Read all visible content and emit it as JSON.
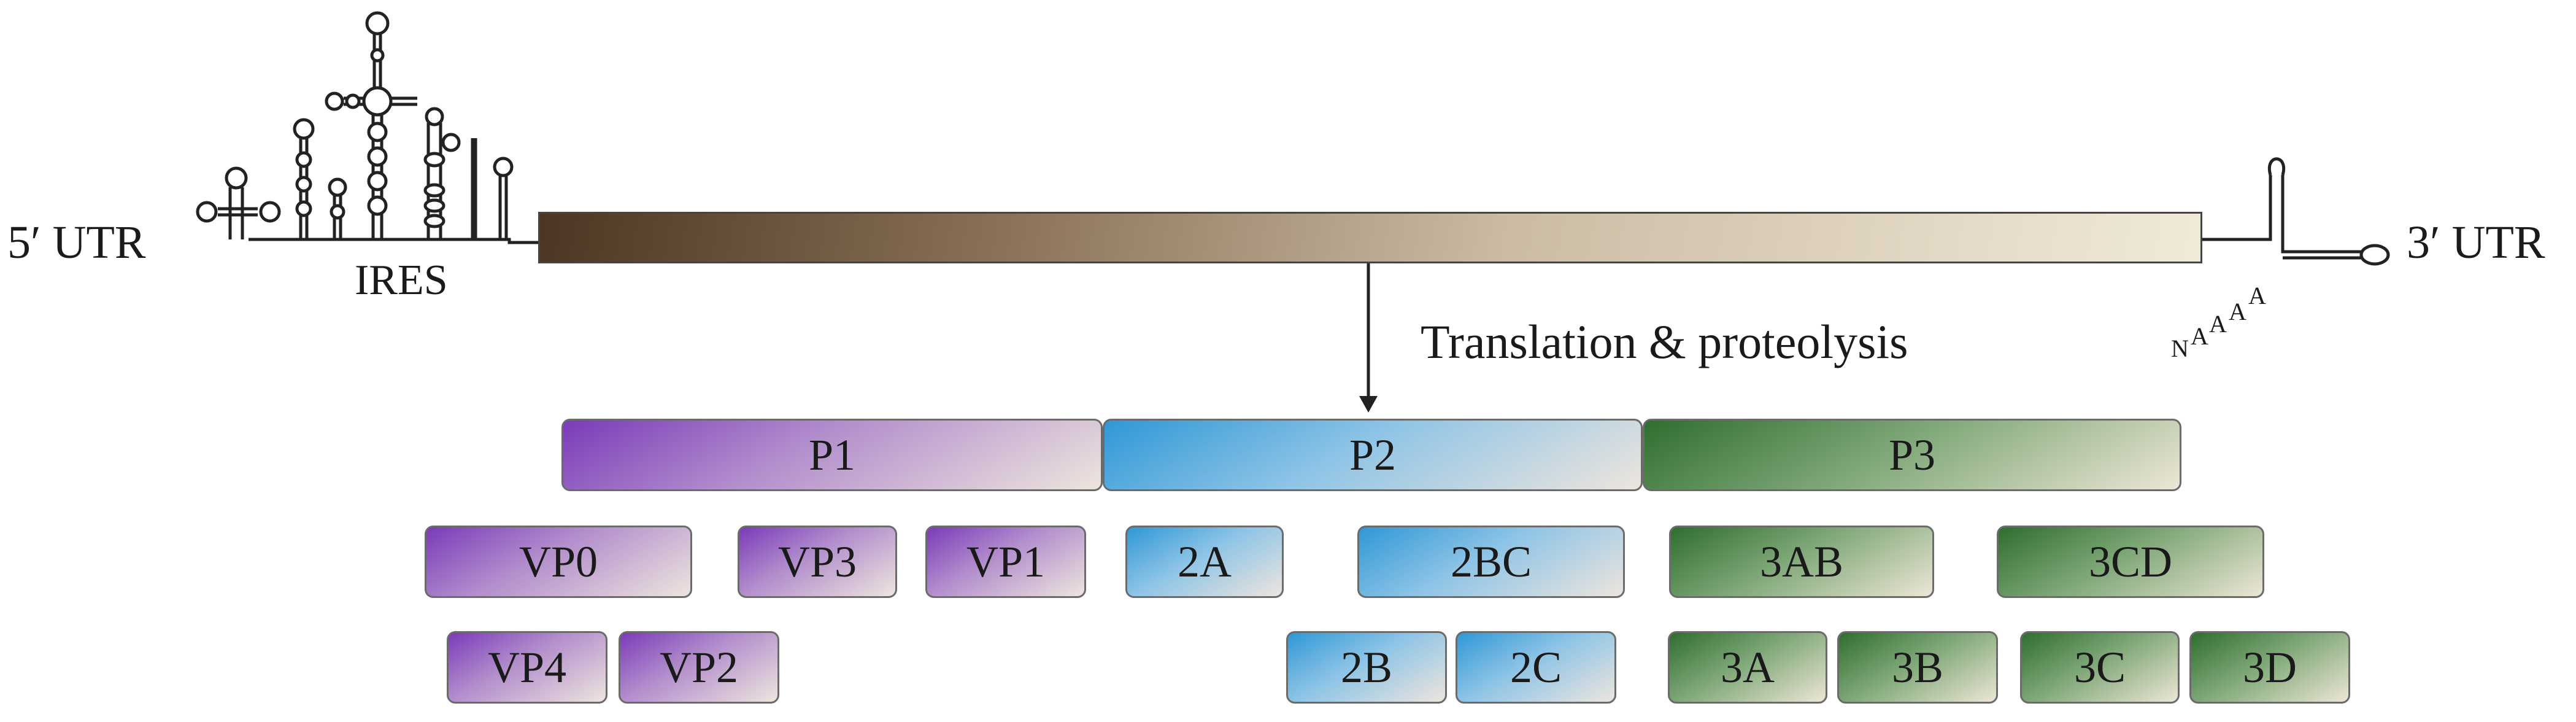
{
  "labels": {
    "utr5": "5′ UTR",
    "utr3": "3′ UTR",
    "ires": "IRES",
    "process": "Translation & proteolysis",
    "poly_a": [
      "N",
      "A",
      "A",
      "A",
      "A"
    ]
  },
  "polyproteins": [
    "P1",
    "P2",
    "P3"
  ],
  "cleavage_row1": [
    "VP0",
    "VP3",
    "VP1",
    "2A",
    "2BC",
    "3AB",
    "3CD"
  ],
  "cleavage_row2": [
    "VP4",
    "VP2",
    "2B",
    "2C",
    "3A",
    "3B",
    "3C",
    "3D"
  ],
  "colors": {
    "P1": "#7a3bb8",
    "P2": "#2f98d6",
    "P3": "#2f6e2f",
    "genome": "#4c3623"
  }
}
